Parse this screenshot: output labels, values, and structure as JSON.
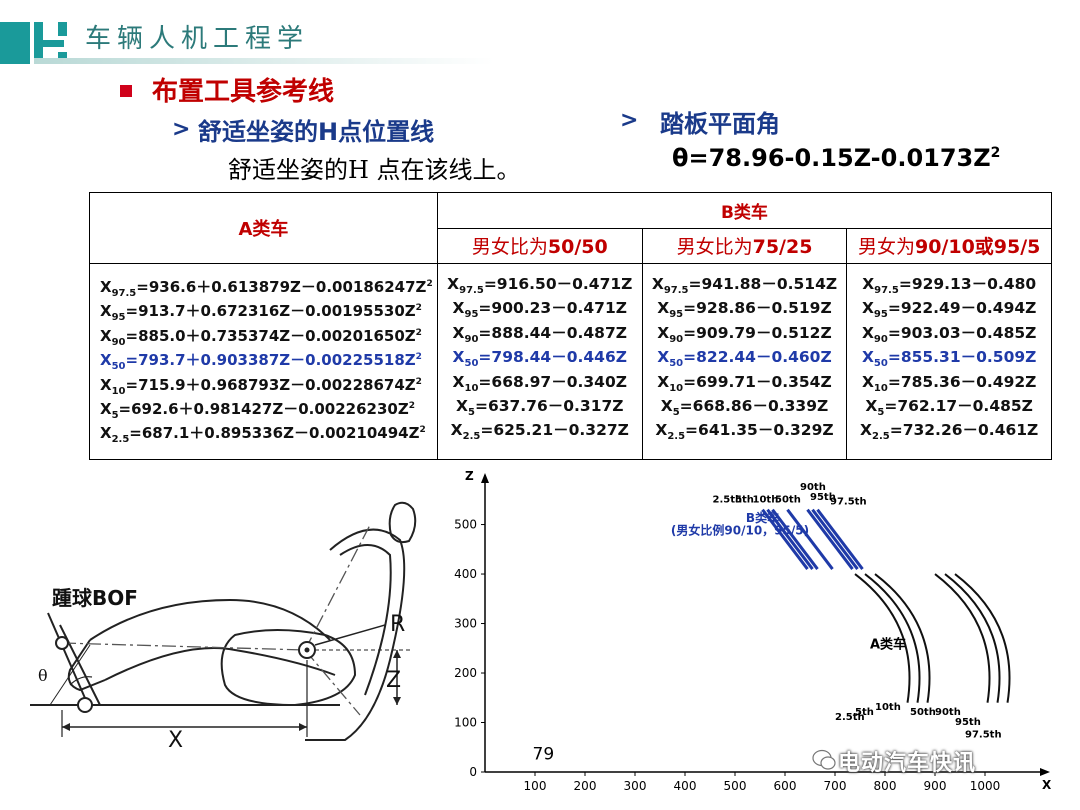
{
  "header": {
    "title": "车辆人机工程学"
  },
  "section": {
    "title": "布置工具参考线",
    "left_subtitle": "舒适坐姿的H点位置线",
    "left_text": "舒适坐姿的H 点在该线上。",
    "right_subtitle": "踏板平面角",
    "right_formula": "θ=78.96-0.15Z-0.0173Z",
    "right_formula_exp": "2"
  },
  "table": {
    "col_a_header": "A类车",
    "col_b_header": "B类车",
    "sub_headers": [
      {
        "pre": "男女比为",
        "val": "50/50"
      },
      {
        "pre": "男女比为",
        "val": "75/25"
      },
      {
        "pre": "男女为",
        "val": "90/10或95/5"
      }
    ],
    "rows": [
      {
        "sub": "97.5",
        "a": "=936.6＋0.613879Z－0.00186247Z",
        "b1": "=916.50－0.471Z",
        "b2": "=941.88－0.514Z",
        "b3": "=929.13－0.480"
      },
      {
        "sub": "95",
        "a": "=913.7＋0.672316Z－0.00195530Z",
        "b1": "=900.23－0.471Z",
        "b2": "=928.86－0.519Z",
        "b3": "=922.49－0.494Z"
      },
      {
        "sub": "90",
        "a": "=885.0＋0.735374Z－0.00201650Z",
        "b1": "=888.44－0.487Z",
        "b2": "=909.79－0.512Z",
        "b3": "=903.03－0.485Z"
      },
      {
        "sub": "50",
        "a": "=793.7＋0.903387Z－0.00225518Z",
        "b1": "=798.44－0.446Z",
        "b2": "=822.44－0.460Z",
        "b3": "=855.31－0.509Z"
      },
      {
        "sub": "10",
        "a": "=715.9＋0.968793Z－0.00228674Z",
        "b1": "=668.97－0.340Z",
        "b2": "=699.71－0.354Z",
        "b3": "=785.36－0.492Z"
      },
      {
        "sub": "5",
        "a": "=692.6＋0.981427Z－0.00226230Z",
        "b1": "=637.76－0.317Z",
        "b2": "=668.86－0.339Z",
        "b3": "=762.17－0.485Z"
      },
      {
        "sub": "2.5",
        "a": "=687.1＋0.895336Z－0.00210494Z",
        "b1": "=625.21－0.327Z",
        "b2": "=641.35－0.329Z",
        "b3": "=732.26－0.461Z"
      }
    ]
  },
  "seat_figure": {
    "bof_label": "踵球BOF",
    "theta": "θ",
    "x": "X",
    "z": "Z",
    "r": "R"
  },
  "chart_data": {
    "type": "line",
    "x_axis_label": "X",
    "y_axis_label": "Z",
    "x_ticks": [
      100,
      200,
      300,
      400,
      500,
      600,
      700,
      800,
      900,
      1000
    ],
    "y_ticks": [
      0,
      100,
      200,
      300,
      400,
      500
    ],
    "xlim": [
      0,
      1080
    ],
    "ylim": [
      0,
      590
    ],
    "b_label": "B类车",
    "b_sublabel": "(男女比例90/10，95/5)",
    "a_label": "A类车",
    "b_percentiles": [
      "2.5th",
      "5th",
      "10th",
      "50th",
      "90th",
      "95th",
      "97.5th"
    ],
    "a_percentiles": [
      "2.5th",
      "5th",
      "10th",
      "50th",
      "90th",
      "95th",
      "97.5th"
    ],
    "page_number": "79"
  },
  "watermark": "电动汽车快讯",
  "colors": {
    "teal": "#1a9a9a",
    "red": "#c00000",
    "blue": "#1f3aa8"
  }
}
